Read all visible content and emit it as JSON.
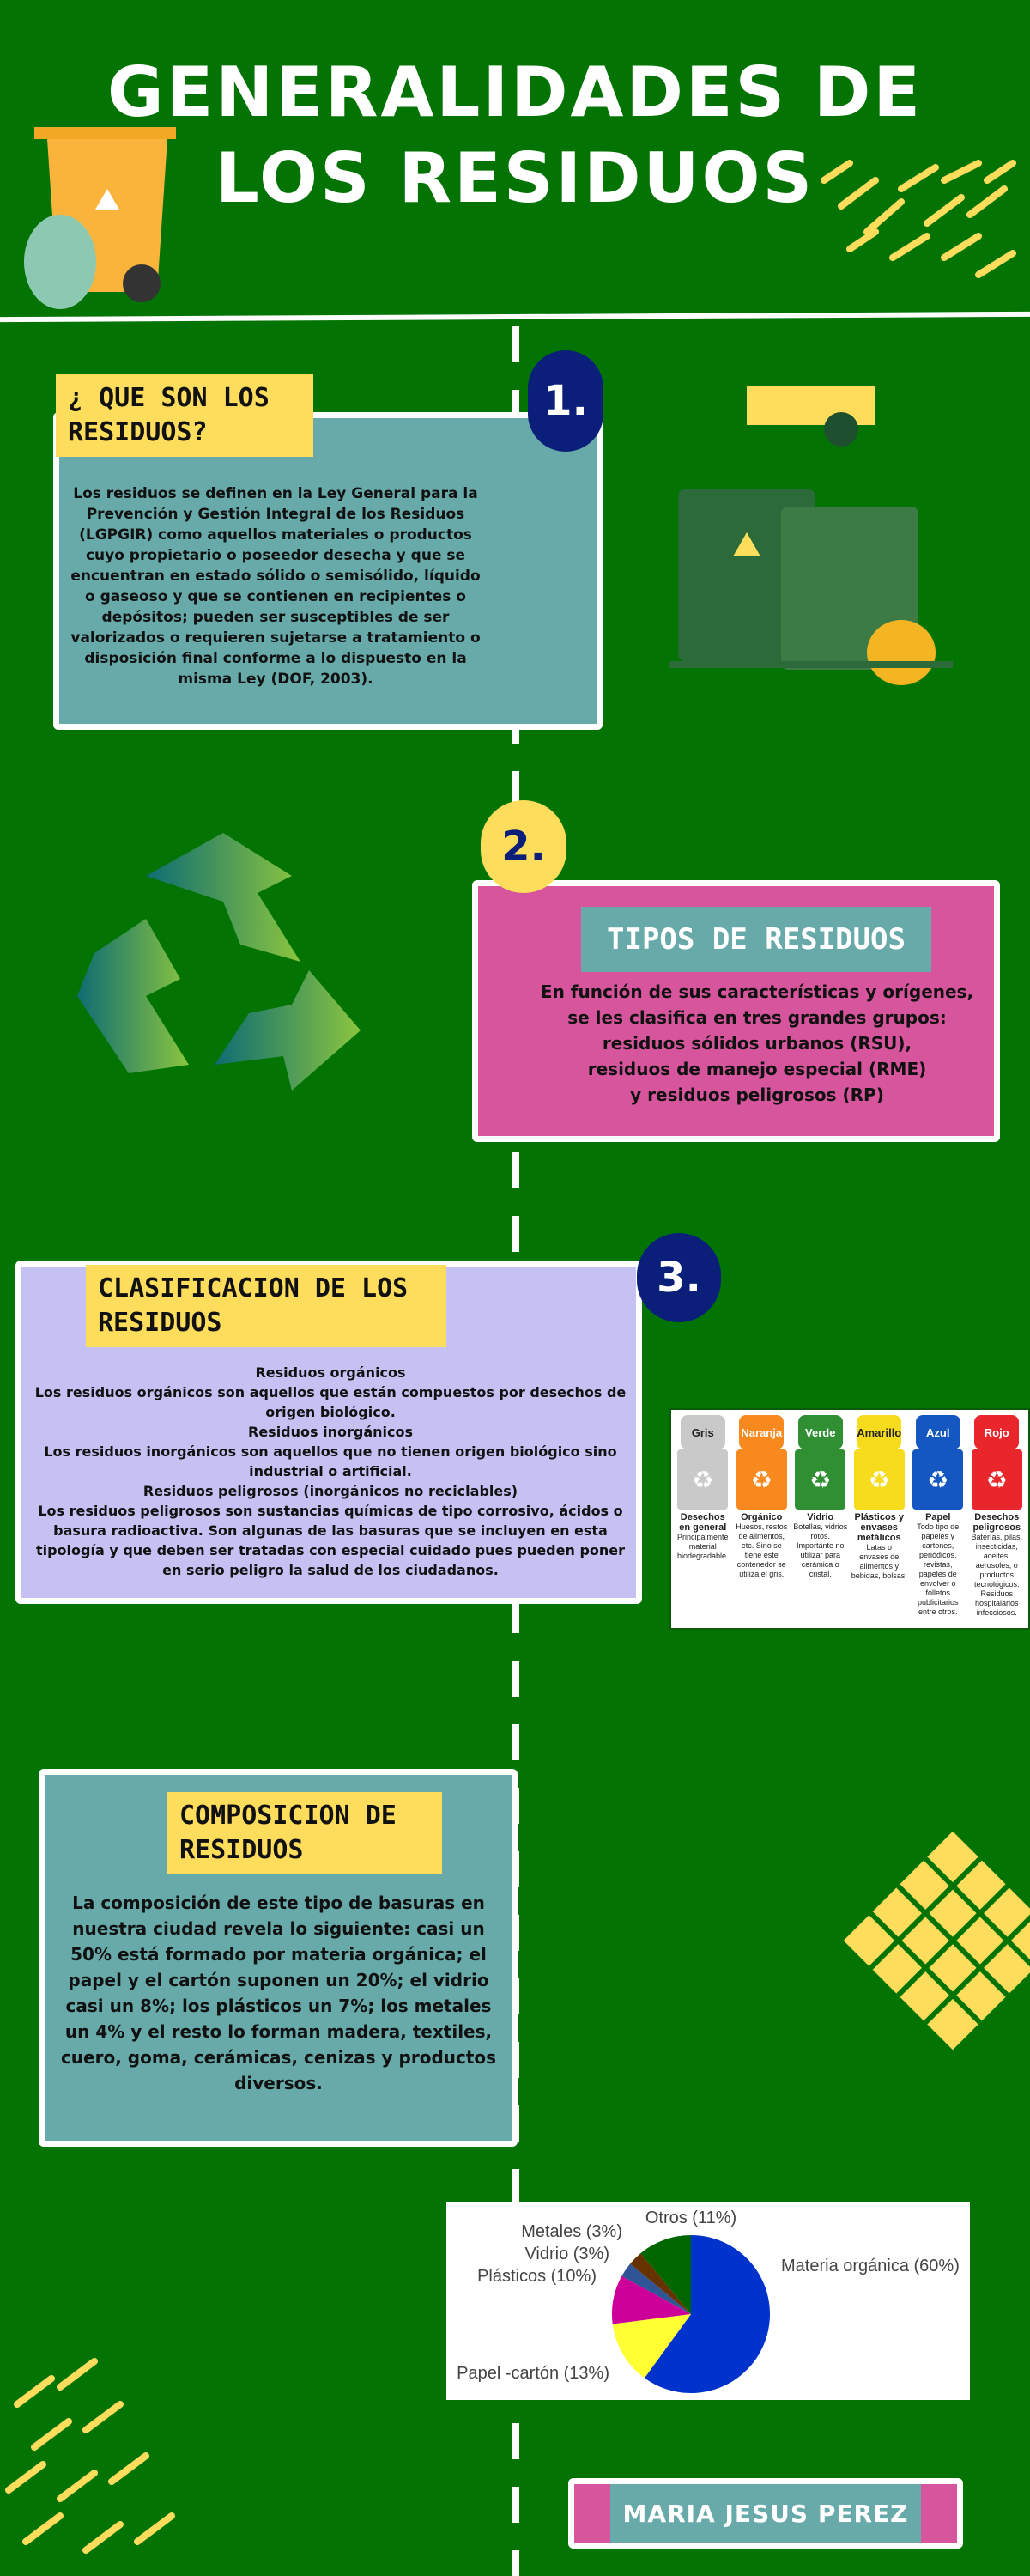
{
  "header": {
    "title_line1": "GENERALIDADES DE",
    "title_line2": "LOS RESIDUOS"
  },
  "section1": {
    "number": "1.",
    "title": "¿ QUE SON LOS RESIDUOS?",
    "body": "Los residuos se definen en la Ley General para la Prevención y Gestión Integral de los Residuos (LGPGIR) como aquellos materiales o productos cuyo propietario o poseedor desecha y que se encuentran en estado sólido o semisólido, líquido o gaseoso y que se contienen en recipientes o depósitos; pueden ser susceptibles de ser valorizados o requieren sujetarse a tratamiento o disposición final conforme a lo dispuesto en la misma Ley (DOF, 2003)."
  },
  "section2": {
    "number": "2.",
    "title": "TIPOS DE RESIDUOS",
    "lines": [
      "En función de sus características y orígenes,",
      "se les clasifica en tres grandes grupos:",
      "residuos sólidos urbanos (RSU),",
      "residuos de manejo especial (RME)",
      "y residuos peligrosos (RP)"
    ]
  },
  "section3": {
    "number": "3.",
    "title": "CLASIFICACION DE LOS RESIDUOS",
    "lines": [
      "Residuos orgánicos",
      "Los residuos orgánicos son aquellos que están compuestos por desechos de origen biológico.",
      "Residuos inorgánicos",
      "Los residuos inorgánicos son aquellos que no tienen origen biológico sino industrial o artificial.",
      "Residuos peligrosos (inorgánicos no reciclables)",
      "Los residuos peligrosos son sustancias químicas de tipo corrosivo, ácidos o basura radioactiva. Son algunas de las basuras que se incluyen en esta tipología y que deben ser tratadas con especial cuidado pues pueden poner en serio peligro la salud de los ciudadanos."
    ],
    "bins": [
      {
        "color_name": "Gris",
        "color": "#c9c9c9",
        "category": "Desechos en general",
        "desc": "Principalmente material biodegradable."
      },
      {
        "color_name": "Naranja",
        "color": "#f7891e",
        "category": "Orgánico",
        "desc": "Huesos, restos de alimentos, etc. Sino se tiene este contenedor se utiliza el gris."
      },
      {
        "color_name": "Verde",
        "color": "#2f8f32",
        "category": "Vidrio",
        "desc": "Botellas, vidrios rotos. Importante no utilizar para cerámica o cristal."
      },
      {
        "color_name": "Amarillo",
        "color": "#f7dc1e",
        "category": "Plásticos y envases metálicos",
        "desc": "Latas o envases de alimentos y bebidas, bolsas."
      },
      {
        "color_name": "Azul",
        "color": "#1557c0",
        "category": "Papel",
        "desc": "Todo tipo de papeles y cartones, periódicos, revistas, papeles de envolver o folletos publicitarios entre otros."
      },
      {
        "color_name": "Rojo",
        "color": "#e8262b",
        "category": "Desechos peligrosos",
        "desc": "Baterías, pilas, insecticidas, aceites, aerosoles, o productos tecnológicos. Residuos hospitalarios infecciosos."
      }
    ]
  },
  "section4": {
    "title": "COMPOSICION DE RESIDUOS",
    "body": "La composición de este tipo de basuras en nuestra ciudad revela lo siguiente: casi un 50% está formado por materia orgánica; el papel y el cartón suponen un 20%; el vidrio casi un 8%; los plásticos un 7%; los metales un 4% y el resto lo forman madera, textiles, cuero, goma, cerámicas, cenizas y productos diversos."
  },
  "chart_data": {
    "type": "pie",
    "slices": [
      {
        "label": "Materia orgánica (60%)",
        "value": 60,
        "color": "#0033cc"
      },
      {
        "label": "Papel -cartón (13%)",
        "value": 13,
        "color": "#ffff33"
      },
      {
        "label": "Plásticos (10%)",
        "value": 10,
        "color": "#cc0099"
      },
      {
        "label": "Vidrio (3%)",
        "value": 3,
        "color": "#2f5597"
      },
      {
        "label": "Metales (3%)",
        "value": 3,
        "color": "#663300"
      },
      {
        "label": "Otros (11%)",
        "value": 11,
        "color": "#006600"
      }
    ]
  },
  "footer": {
    "author": "MARIA JESUS PEREZ"
  },
  "colors": {
    "background": "#037403",
    "teal": "#67aaa9",
    "pink": "#d6559c",
    "lavender": "#c5c1f3",
    "yellow": "#fedd5c",
    "navy": "#0b1f7a"
  }
}
